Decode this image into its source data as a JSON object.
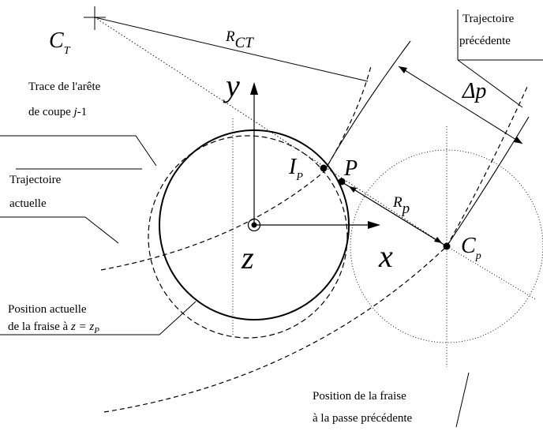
{
  "labels": {
    "ct_main": "C",
    "ct_sub": "T",
    "rct_main": "R",
    "rct_sub": "CT",
    "traj_prec_line1": "Trajectoire",
    "traj_prec_line2": "précédente",
    "trace_line1": "Trace de l'arête",
    "trace_line2_prefix": "de coupe ",
    "trace_line2_j": "j",
    "trace_line2_suffix": "-1",
    "y_axis": "y",
    "delta_p": "Δp",
    "ip_main": "I",
    "ip_sub": "P",
    "p_point": "P",
    "traj_act_line1": "Trajectoire",
    "traj_act_line2": "actuelle",
    "rp_main": "R",
    "rp_sub": "p",
    "z_axis": "z",
    "x_axis": "x",
    "cp_main": "C",
    "cp_sub": "p",
    "pos_act_line1": "Position actuelle",
    "pos_act_line2_prefix": "de la fraise à ",
    "pos_act_line2_eq": "z = z",
    "pos_act_line2_sub": "P",
    "pos_prec_line1": "Position de la fraise",
    "pos_prec_line2": "à la passe précédente"
  }
}
